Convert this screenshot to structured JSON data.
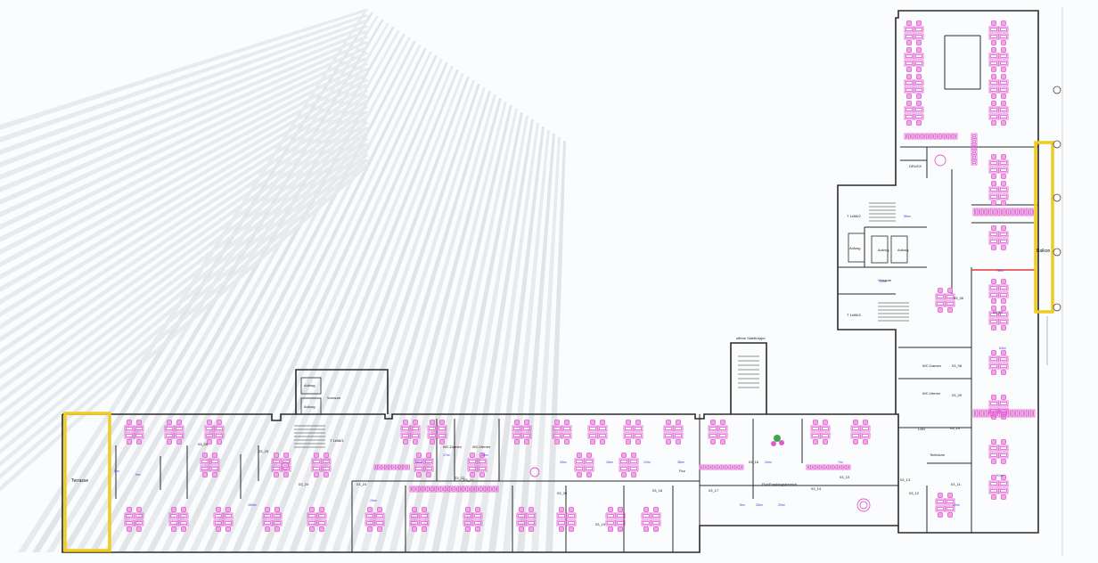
{
  "colors": {
    "wall": "#2a2a2a",
    "furniture": "#e05bd0",
    "highlight": "#f0cc1e",
    "red_line": "#e23a3a",
    "area_text": "#3b3bd6",
    "plant": "#3aa94c",
    "background_building": "#d4d8dc"
  },
  "labels": {
    "terrasse_left": "Terrasse",
    "balkon_right": "Balkon",
    "aufzug_1": "Aufzug",
    "aufzug_2": "Aufzug",
    "aufzug_3": "Aufzug",
    "aufzug_4": "Aufzug",
    "aufzug_5": "Aufzug",
    "vorraum_top": "Vorraum",
    "vorraum_mid": "Vorraum",
    "treppe_1": "T 1e58/1",
    "treppe_2": "T 1e58/2",
    "treppe_3": "T 1e58/3",
    "wc_damen": "WC-Damen",
    "wc_herren": "WC-Herren",
    "wc_damen_r": "WC-Damen",
    "wc_herren_r": "WC-Herren",
    "teeküche": "Teeküche",
    "empfang": "Flur/Empfangsbereich",
    "flur": "Flur",
    "lan": "LAN",
    "druck": "DRUCK",
    "stairs_label": "offene Stahltreppe",
    "rooms": [
      "03_26",
      "03_25",
      "03_24",
      "03_23",
      "03_22",
      "03_21",
      "03_20",
      "03_19",
      "03_18",
      "03_17",
      "03_16",
      "03_15",
      "03_14",
      "03_13",
      "03_12",
      "03_11",
      "03_10",
      "03_09",
      "03_08",
      "03_07",
      "03_06"
    ],
    "areas": [
      "5m²",
      "9m²",
      "165m²",
      "24m²",
      "18m²",
      "17m²",
      "15m²",
      "33m²",
      "16m²",
      "12m²",
      "38m²",
      "24m²",
      "7m²",
      "8m²",
      "28m²",
      "20m²",
      "21m²",
      "56m²",
      "78m²",
      "63m²",
      "40m²",
      "92m²"
    ]
  }
}
